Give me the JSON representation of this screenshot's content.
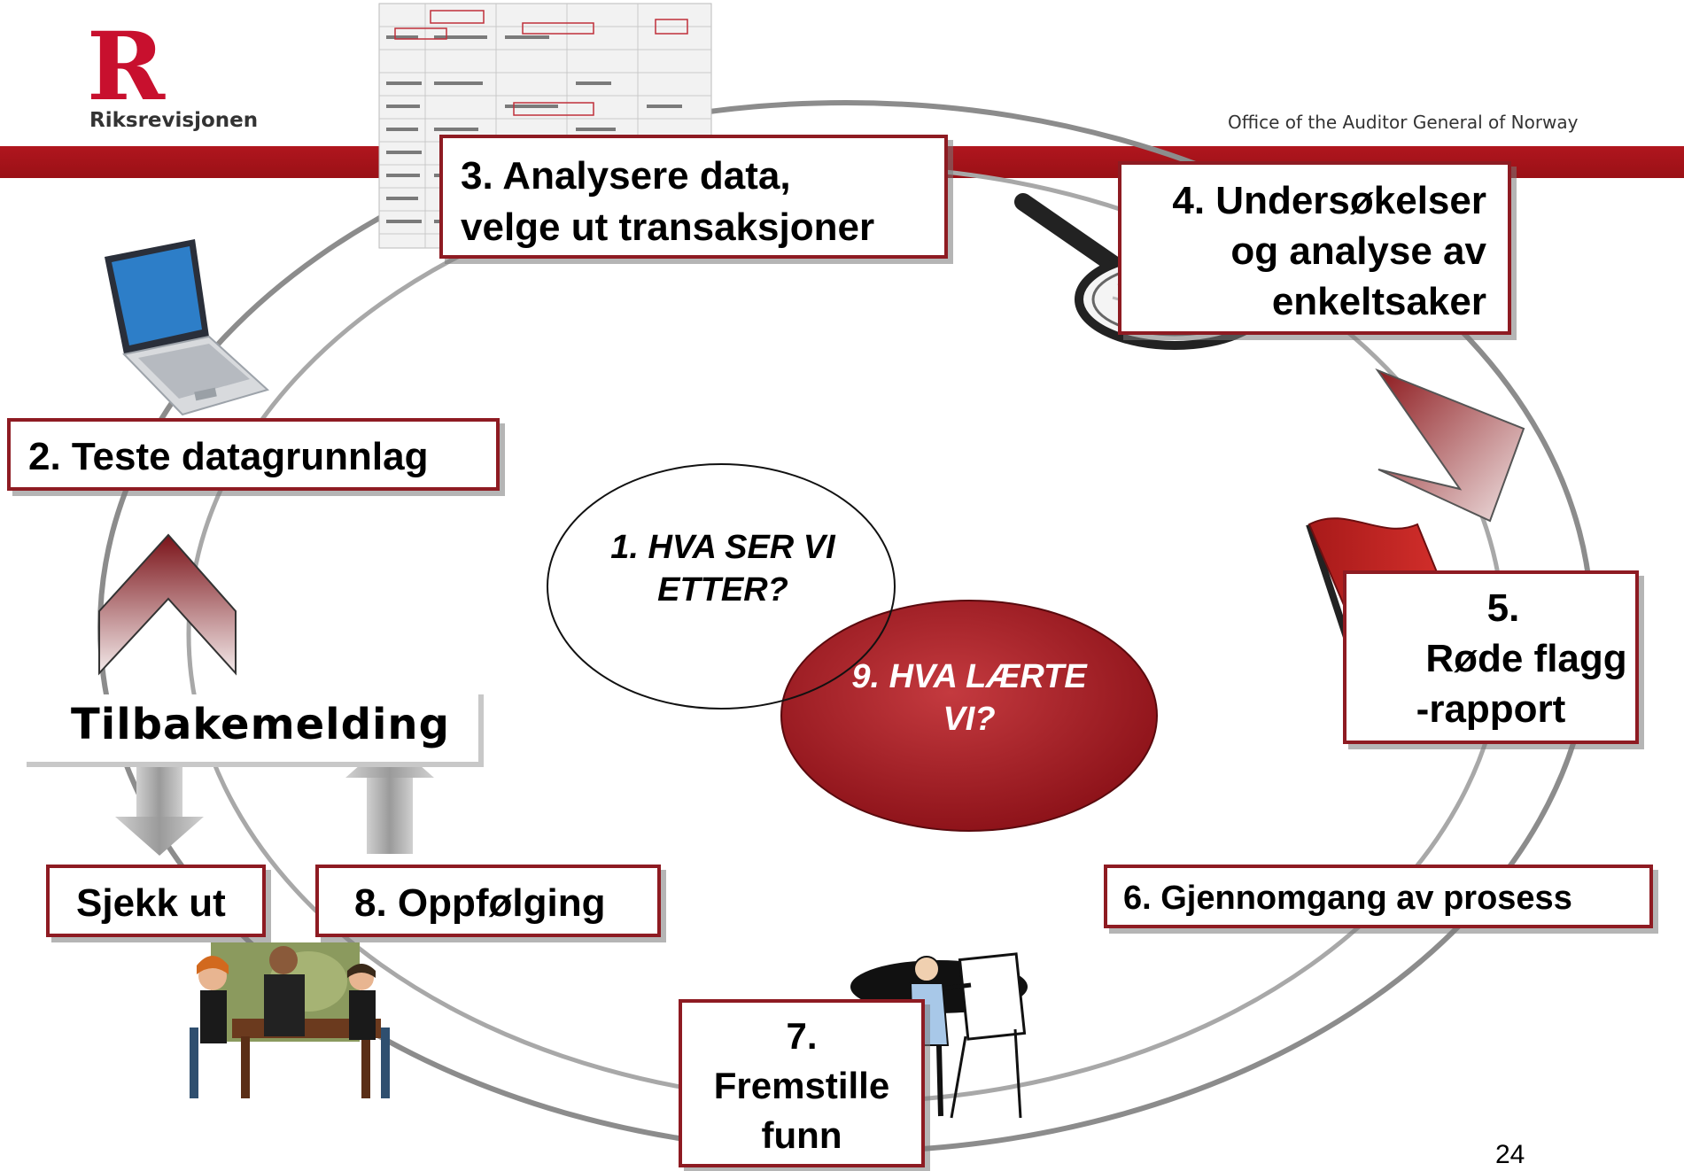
{
  "header": {
    "logo_letter": "R",
    "org_name": "Riksrevisjonen",
    "org_name_en": "Office of the Auditor General of Norway"
  },
  "steps": {
    "s1": "1. HVA SER VI ETTER?",
    "s2": "2. Teste datagrunnlag",
    "s3_line1": "3. Analysere data,",
    "s3_line2": "velge ut transaksjoner",
    "s4_line1": "4. Undersøkelser",
    "s4_line2": "og analyse av",
    "s4_line3": "enkeltsaker",
    "s5_line1": "5.",
    "s5_line2": "Røde flagg",
    "s5_line3": "-rapport",
    "s6": "6. Gjennomgang av prosess",
    "s7_line1": "7.",
    "s7_line2": "Fremstille",
    "s7_line3": "funn",
    "s8": "8. Oppfølging",
    "s9_line1": "9. HVA LÆRTE",
    "s9_line2": "VI?"
  },
  "feedback": {
    "title": "Tilbakemelding",
    "checkout": "Sjekk ut"
  },
  "ellipse1": {
    "line1": "1. HVA SER VI",
    "line2": "ETTER?"
  },
  "page_number": "24",
  "colors": {
    "accent": "#8e1b22",
    "band": "#a51219",
    "brand": "#c8102e"
  }
}
